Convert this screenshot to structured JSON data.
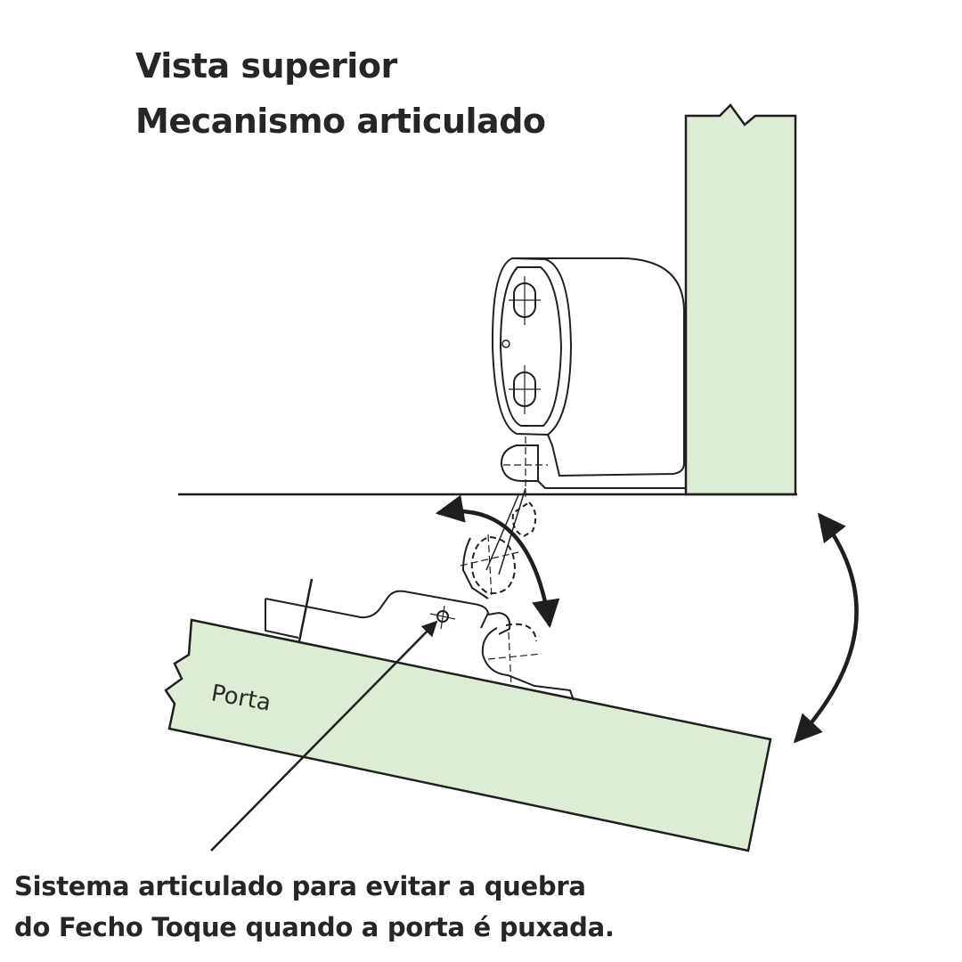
{
  "title": {
    "line1": "Vista superior",
    "line2": "Mecanismo articulado"
  },
  "labels": {
    "door": "Porta"
  },
  "caption": {
    "line1": "Sistema articulado para evitar a quebra",
    "line2": "do Fecho Toque quando a porta é puxada."
  },
  "colors": {
    "panel_fill": "#ddedd4",
    "line": "#1f1f1f",
    "text": "#262626",
    "background": "#ffffff"
  }
}
